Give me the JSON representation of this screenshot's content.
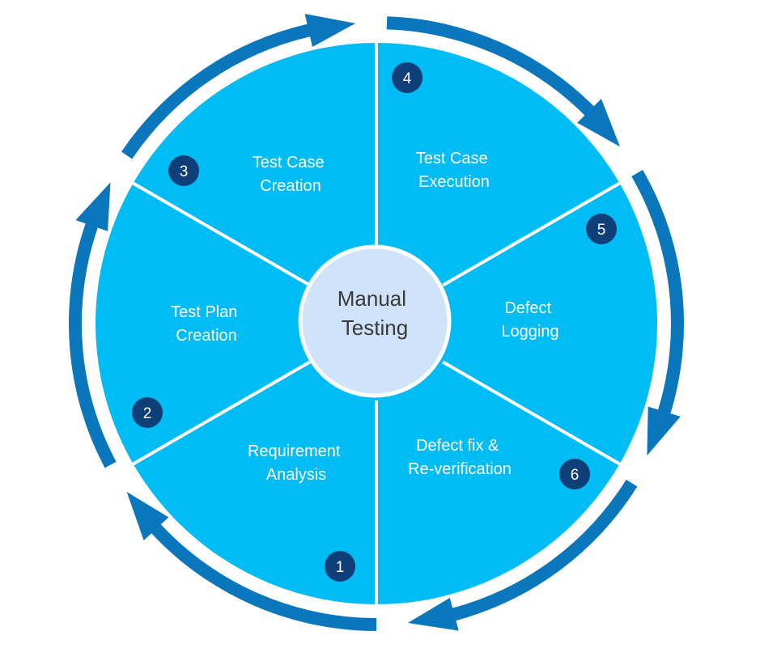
{
  "center": {
    "line1": "Manual",
    "line2": "Testing"
  },
  "stages": [
    {
      "number": "1",
      "label_line1": "Requirement",
      "label_line2": "Analysis"
    },
    {
      "number": "2",
      "label_line1": "Test Plan",
      "label_line2": "Creation"
    },
    {
      "number": "3",
      "label_line1": "Test Case",
      "label_line2": "Creation"
    },
    {
      "number": "4",
      "label_line1": "Test Case",
      "label_line2": "Execution"
    },
    {
      "number": "5",
      "label_line1": "Defect",
      "label_line2": "Logging"
    },
    {
      "number": "6",
      "label_line1": "Defect fix &",
      "label_line2": "Re-verification"
    }
  ],
  "colors": {
    "segment_fill": "#00bcf5",
    "divider": "#ffffff",
    "arrow": "#0a77bd",
    "badge": "#0e3f78",
    "center_fill": "#cfe3fa",
    "center_stroke": "#ffffff"
  }
}
